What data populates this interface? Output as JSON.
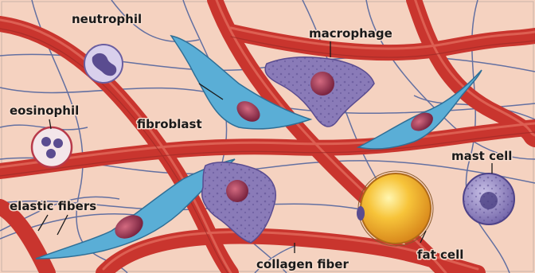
{
  "diagram": {
    "background_color": "#f5d2c0",
    "collagen_color": "#d8423a",
    "elastic_color": "#4a5f9c",
    "fibroblast_color": "#5aaed6",
    "macrophage_color": "#8a7bb8",
    "labels": {
      "neutrophil": "neutrophil",
      "macrophage": "macrophage",
      "eosinophil": "eosinophil",
      "fibroblast": "fibroblast",
      "mast_cell": "mast cell",
      "elastic_fibers": "elastic fibers",
      "fat_cell": "fat cell",
      "collagen_fiber": "collagen fiber"
    }
  }
}
